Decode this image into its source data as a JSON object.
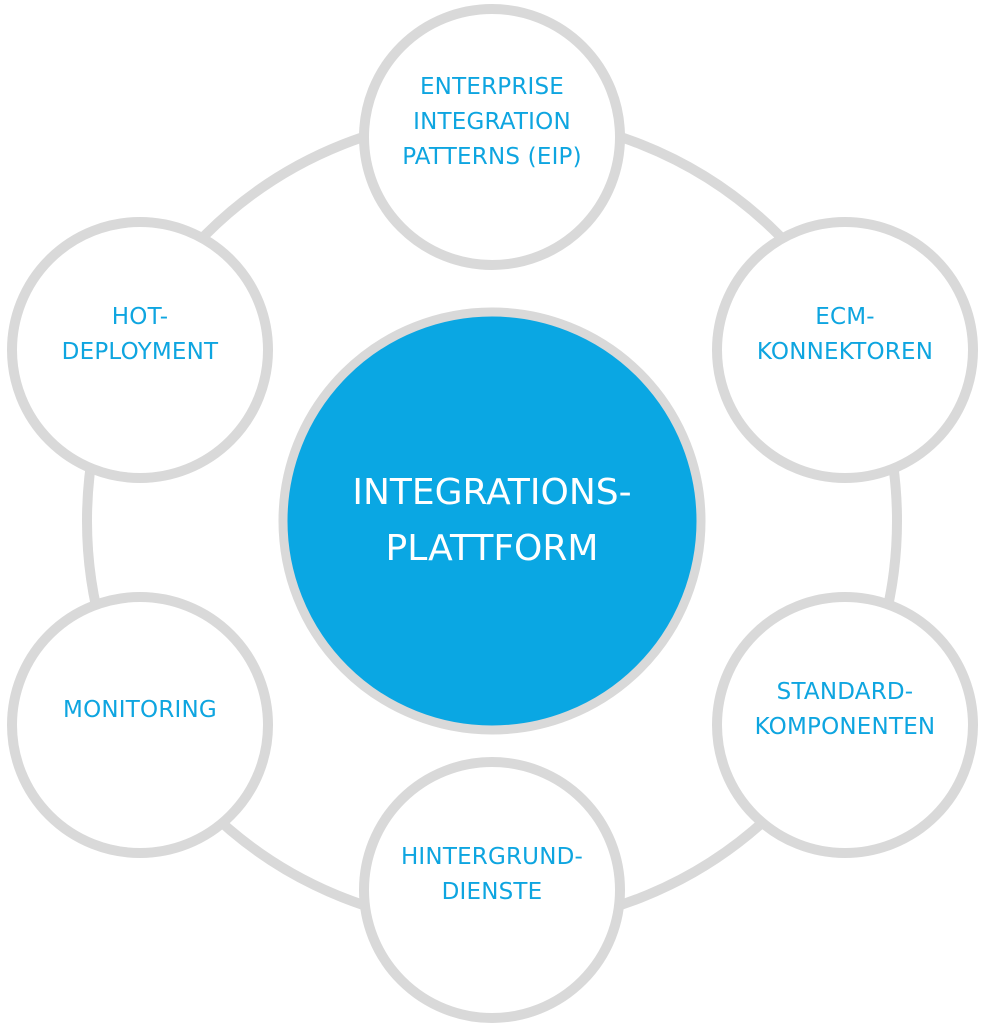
{
  "diagram": {
    "title": "Integrationsplattform",
    "colors": {
      "ring": "#d9d9d9",
      "accent": "#0aa7e3",
      "node_fill": "#ffffff",
      "node_text": "#0ea5e0",
      "center_text": "#ffffff"
    },
    "center": {
      "label": "INTEGRATIONS-\nPLATTFORM"
    },
    "nodes": [
      {
        "id": "eip",
        "label": "ENTERPRISE\nINTEGRATION\nPATTERNS (EIP)"
      },
      {
        "id": "ecm",
        "label": "ECM-\nKONNEKTOREN"
      },
      {
        "id": "standard",
        "label": "STANDARD-\nKOMPONENTEN"
      },
      {
        "id": "hintergrund",
        "label": "HINTERGRUND-\nDIENSTE"
      },
      {
        "id": "monitoring",
        "label": "MONITORING"
      },
      {
        "id": "hot",
        "label": "HOT-\nDEPLOYMENT"
      }
    ]
  }
}
